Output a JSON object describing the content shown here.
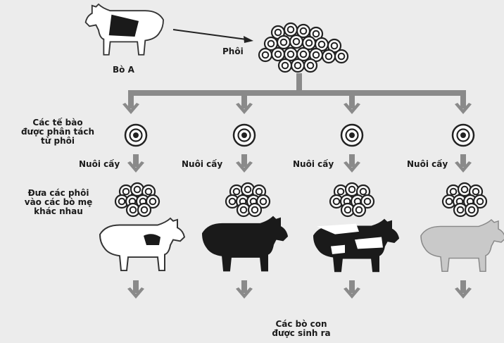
{
  "labels": {
    "cow_a": "Bò A",
    "embryo": "Phôi",
    "separated_cells": "Các tế bào\nđược phân tách\ntừ phôi",
    "culture": "Nuôi cấy",
    "transfer": "Đưa các phôi\nvào các bò mẹ\nkhác nhau",
    "offspring": "Các bò con\nđược sinh ra"
  },
  "colors": {
    "background": "#ececec",
    "arrow": "#8a8a8a",
    "dark": "#1a1a1a",
    "light_cow": "#ffffff",
    "grey_cow": "#c9c9c9"
  }
}
